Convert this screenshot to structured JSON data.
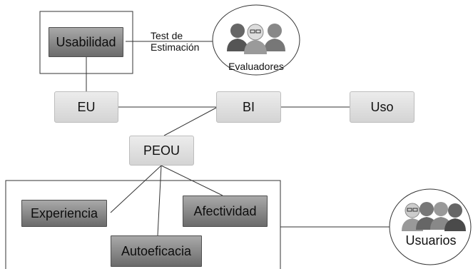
{
  "nodes": {
    "usabilidad": "Usabilidad",
    "eu": "EU",
    "bi": "BI",
    "uso": "Uso",
    "peou": "PEOU",
    "experiencia": "Experiencia",
    "afectividad": "Afectividad",
    "autoeficacia": "Autoeficacia"
  },
  "edge_label": {
    "line1": "Test de",
    "line2": "Estimación"
  },
  "groups": {
    "evaluadores": "Evaluadores",
    "usuarios": "Usuarios"
  },
  "icons": {
    "evaluadores": "group-of-people-icon",
    "usuarios": "group-of-people-icon"
  }
}
